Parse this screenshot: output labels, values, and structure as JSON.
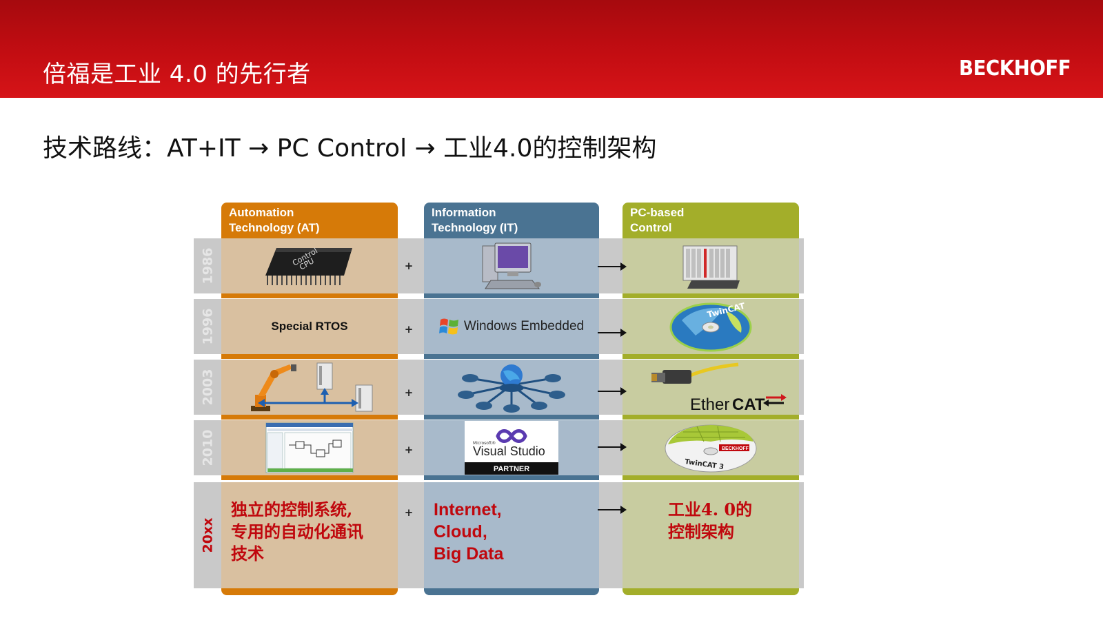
{
  "header": {
    "title": "倍福是工业 4.0 的先行者",
    "logo": "BECKHOFF"
  },
  "subtitle": "技术路线：AT+IT → PC Control → 工业4.0的控制架构",
  "diagram": {
    "columns": [
      {
        "line1": "Automation",
        "line2": "Technology (AT)",
        "color": "#d67a08"
      },
      {
        "line1": "Information",
        "line2": "Technology (IT)",
        "color": "#4a7392"
      },
      {
        "line1": "PC-based",
        "line2": "Control",
        "color": "#a3ae2a"
      }
    ],
    "years": [
      "1986",
      "1996",
      "2003",
      "2010",
      "20xx"
    ],
    "plus": "+",
    "cells": {
      "row1": {
        "at_icon": "cpu-chip-icon",
        "it_icon": "desktop-computer-icon",
        "pc_icon": "industrial-pc-icon",
        "chip_line1": "Control",
        "chip_line2": "CPU"
      },
      "row2": {
        "at_text": "Special RTOS",
        "it_text": "Windows Embedded",
        "it_icon": "windows-flag-icon",
        "pc_icon": "twincat-cd-icon",
        "cd_label": "TwinCAT"
      },
      "row3": {
        "at_icon": "robot-drives-icon",
        "it_icon": "network-globe-icon",
        "pc_icon": "ethercat-cable-icon",
        "ethercat_part1": "Ether",
        "ethercat_part2": "CAT"
      },
      "row4": {
        "at_icon": "software-screenshot-icon",
        "vs_small": "Microsoft®",
        "vs_name": "Visual Studio",
        "vs_partner": "PARTNER",
        "pc_icon": "twincat3-cd-icon",
        "cd_label": "TwinCAT 3",
        "cd_brand": "BECKHOFF"
      },
      "row5": {
        "at_lines": [
          "独立的控制系统,",
          "专用的自动化通讯",
          "技术"
        ],
        "it_lines": [
          "Internet,",
          "Cloud,",
          "Big Data"
        ],
        "pc_lines": [
          "工业4. 0的",
          "控制架构"
        ]
      }
    }
  }
}
